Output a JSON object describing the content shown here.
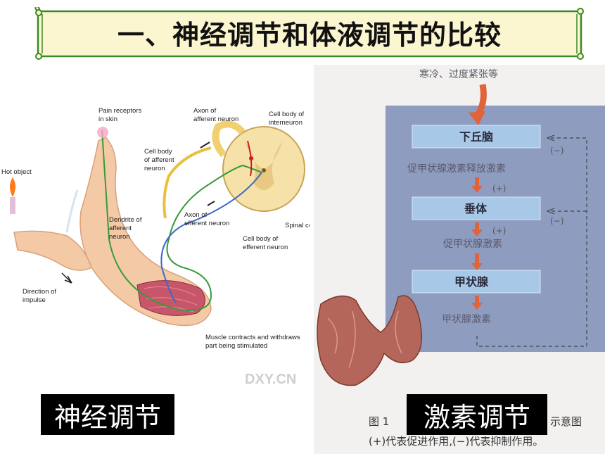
{
  "title": "一、神经调节和体液调节的比较",
  "left_label": "神经调节",
  "right_label": "激素调节",
  "reflex_diagram": {
    "hot_object": "Hot object",
    "pain_receptors_1": "Pain receptors",
    "pain_receptors_2": "in skin",
    "axon_afferent_1": "Axon of",
    "axon_afferent_2": "afferent neuron",
    "cell_body_interneuron_1": "Cell body of",
    "cell_body_interneuron_2": "interneuron",
    "cell_body_afferent_1": "Cell body",
    "cell_body_afferent_2": "of afferent",
    "cell_body_afferent_3": "neuron",
    "dendrite_afferent_1": "Dendrite of",
    "dendrite_afferent_2": "afferent",
    "dendrite_afferent_3": "neuron",
    "axon_efferent_1": "Axon of",
    "axon_efferent_2": "efferent neuron",
    "spinal_cord": "Spinal co",
    "cell_body_efferent_1": "Cell body of",
    "cell_body_efferent_2": "efferent neuron",
    "direction_impulse_1": "Direction of",
    "direction_impulse_2": "impulse",
    "muscle_1": "Muscle contracts and withdraws",
    "muscle_2": "part being stimulated",
    "watermark": "DXY.CN"
  },
  "hormone_diagram": {
    "stimulus": "寒冷、过度紧张等",
    "hypothalamus": "下丘脑",
    "trh": "促甲状腺激素释放激素",
    "plus_1": "(+)",
    "pituitary": "垂体",
    "plus_2": "(+)",
    "tsh": "促甲状腺激素",
    "thyroid": "甲状腺",
    "thyroxine": "甲状腺激素",
    "minus_1": "(−)",
    "minus_2": "(−)",
    "caption_fig": "图 1",
    "caption_tail": "示意图",
    "caption_note": "(+)代表促进作用,(−)代表抑制作用。"
  },
  "colors": {
    "banner_fill": "#fbf6cf",
    "banner_border": "#3a8a2a",
    "flow_bg": "#8e9cc0",
    "box_fill": "#a8c8e8",
    "arrow": "#e0633a"
  }
}
